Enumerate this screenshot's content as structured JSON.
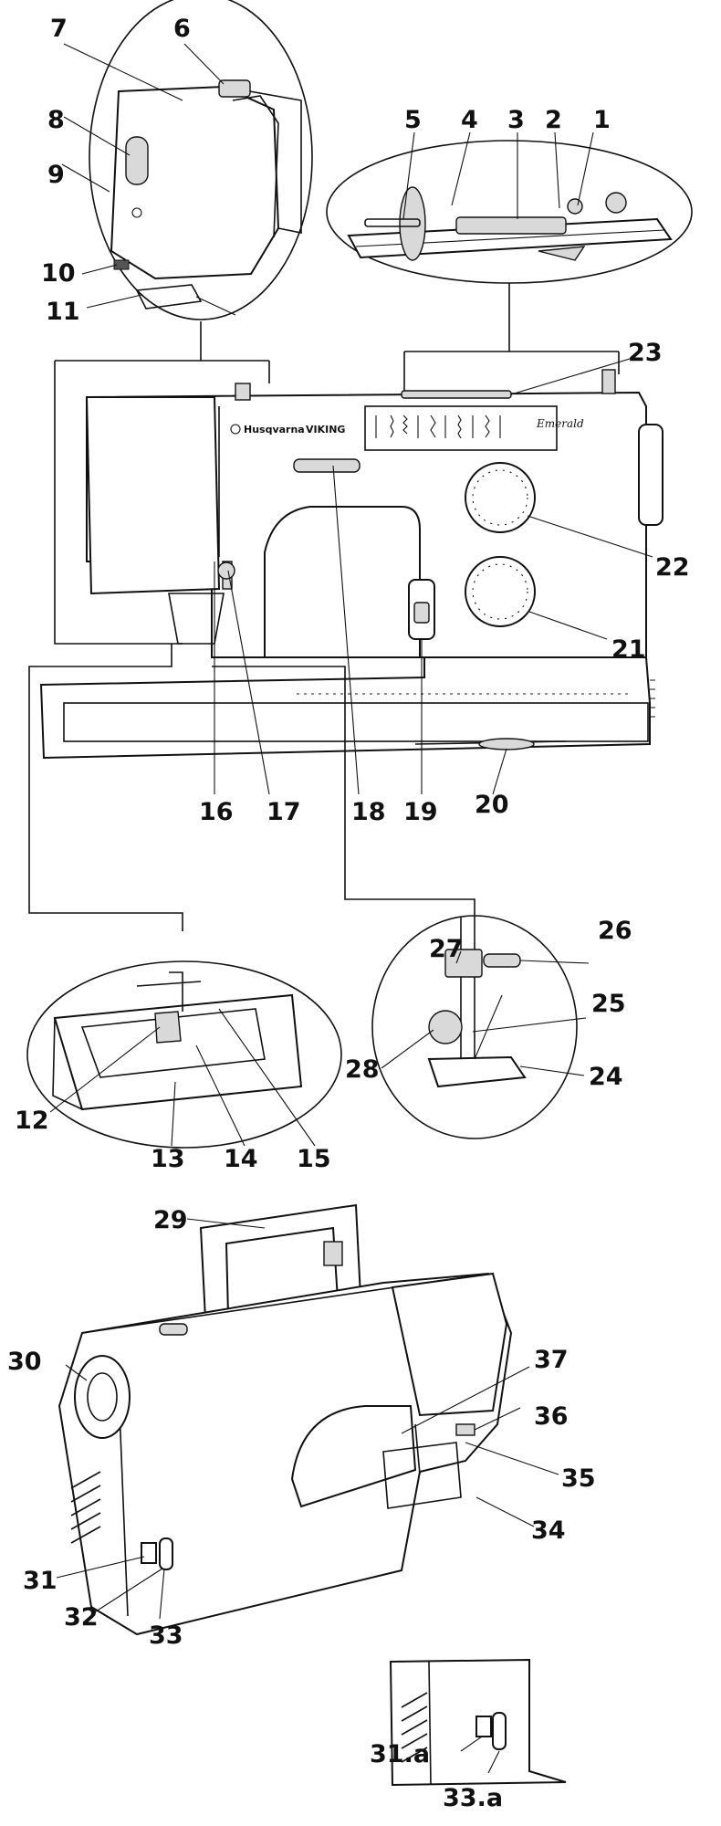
{
  "brand": {
    "logo_text": "Husqvarna",
    "model_text": "VIKING",
    "series_text": "Emerald"
  },
  "callouts": [
    "1",
    "2",
    "3",
    "4",
    "5",
    "6",
    "7",
    "8",
    "9",
    "10",
    "11",
    "12",
    "13",
    "14",
    "15",
    "16",
    "17",
    "18",
    "19",
    "20",
    "21",
    "22",
    "23",
    "24",
    "25",
    "26",
    "27",
    "28",
    "29",
    "30",
    "31",
    "32",
    "33",
    "34",
    "35",
    "36",
    "37",
    "31.a",
    "33.a"
  ]
}
